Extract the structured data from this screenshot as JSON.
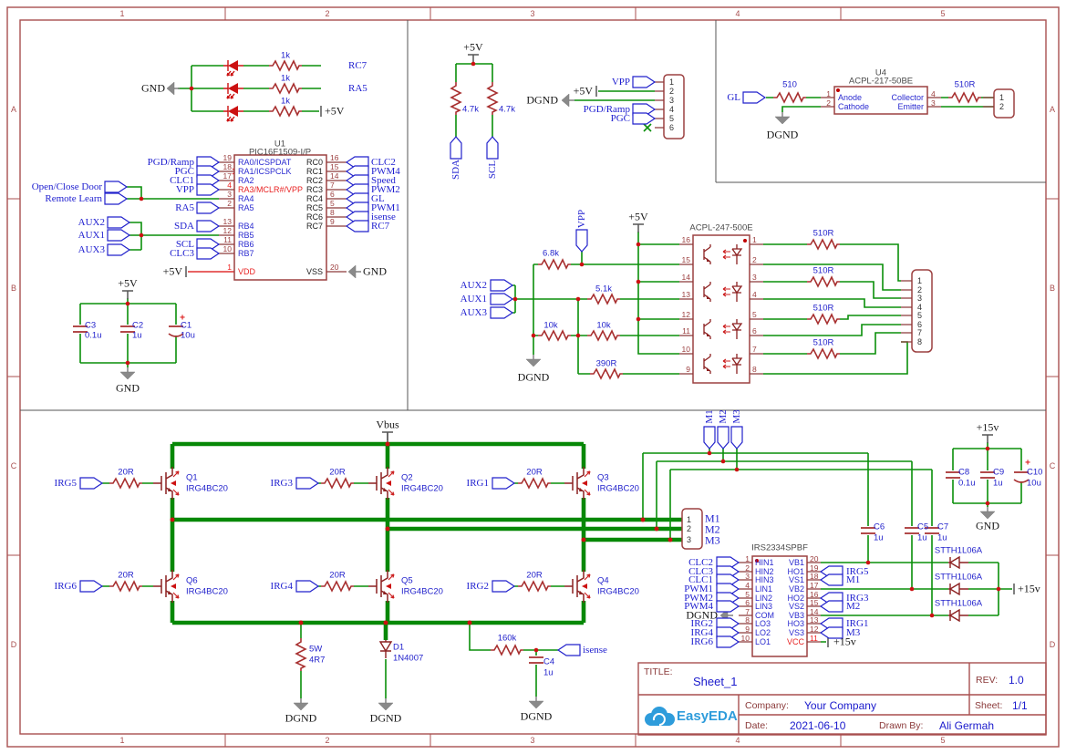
{
  "title_block": {
    "title_label": "TITLE:",
    "title": "Sheet_1",
    "rev_label": "REV:",
    "rev": "1.0",
    "company_label": "Company:",
    "company": "Your Company",
    "sheet_label": "Sheet:",
    "sheet": "1/1",
    "date_label": "Date:",
    "date": "2021-06-10",
    "drawn_label": "Drawn By:",
    "drawn_by": "Ali Germah",
    "logo": "EasyEDA"
  },
  "labels": [
    [
      "1",
      134,
      15,
      "frame",
      "c"
    ],
    [
      "2",
      359,
      15,
      "frame",
      "c"
    ],
    [
      "3",
      584,
      15,
      "frame",
      "c"
    ],
    [
      "4",
      809,
      15,
      "frame",
      "c"
    ],
    [
      "5",
      1034,
      15,
      "frame",
      "c"
    ],
    [
      "1",
      134,
      812,
      "frame",
      "c"
    ],
    [
      "2",
      359,
      812,
      "frame",
      "c"
    ],
    [
      "3",
      584,
      812,
      "frame",
      "c"
    ],
    [
      "4",
      809,
      812,
      "frame",
      "c"
    ],
    [
      "5",
      1034,
      812,
      "frame",
      "c"
    ],
    [
      "A",
      15,
      120,
      "frame",
      "c"
    ],
    [
      "B",
      15,
      316,
      "frame",
      "c"
    ],
    [
      "C",
      15,
      511,
      "frame",
      "c"
    ],
    [
      "D",
      15,
      707,
      "frame",
      "c"
    ],
    [
      "A",
      1154,
      120,
      "frame",
      "c"
    ],
    [
      "B",
      1154,
      316,
      "frame",
      "c"
    ],
    [
      "C",
      1154,
      511,
      "frame",
      "c"
    ],
    [
      "D",
      1154,
      707,
      "frame",
      "c"
    ],
    [
      "GND",
      181,
      97,
      "pwr",
      "r"
    ],
    [
      "1k",
      313,
      61,
      "val",
      "c"
    ],
    [
      "1k",
      313,
      86,
      "val",
      "c"
    ],
    [
      "1k",
      313,
      111,
      "val",
      "c"
    ],
    [
      "RC7",
      382,
      72,
      "net"
    ],
    [
      "RA5",
      382,
      97,
      "net"
    ],
    [
      "+5V",
      356,
      122,
      "pwr"
    ],
    [
      "U1",
      307,
      158,
      "ref",
      "c"
    ],
    [
      "PIC16F1509-I/P",
      307,
      167,
      "ref",
      "c"
    ],
    [
      "19",
      254,
      173,
      "pin",
      "r"
    ],
    [
      "18",
      254,
      183,
      "pin",
      "r"
    ],
    [
      "17",
      254,
      193,
      "pin",
      "r"
    ],
    [
      "4",
      254,
      203,
      "pinr",
      "r"
    ],
    [
      "3",
      254,
      213,
      "pin",
      "r"
    ],
    [
      "2",
      254,
      223,
      "pin",
      "r"
    ],
    [
      "13",
      254,
      243,
      "pin",
      "r"
    ],
    [
      "12",
      254,
      253,
      "pin",
      "r"
    ],
    [
      "11",
      254,
      263,
      "pin",
      "r"
    ],
    [
      "10",
      254,
      273,
      "pin",
      "r"
    ],
    [
      "1",
      254,
      293,
      "pinr",
      "r"
    ],
    [
      "RA0/ICSPDAT",
      261,
      178,
      "pname"
    ],
    [
      "RA1/ICSPCLK",
      261,
      188,
      "pname"
    ],
    [
      "RA2",
      261,
      198,
      "pname"
    ],
    [
      "RA3/MCLR#/VPP",
      261,
      208,
      "pnamer"
    ],
    [
      "RA4",
      261,
      218,
      "pname"
    ],
    [
      "RA5",
      261,
      228,
      "pname"
    ],
    [
      "RB4",
      261,
      248,
      "pname"
    ],
    [
      "RB5",
      261,
      258,
      "pname"
    ],
    [
      "RB6",
      261,
      268,
      "pname"
    ],
    [
      "RB7",
      261,
      278,
      "pname"
    ],
    [
      "VDD",
      261,
      298,
      "pnamer"
    ],
    [
      "RC0",
      354,
      178,
      "pnameb",
      "r"
    ],
    [
      "RC1",
      354,
      188,
      "pnameb",
      "r"
    ],
    [
      "RC2",
      354,
      198,
      "pnameb",
      "r"
    ],
    [
      "RC3",
      354,
      208,
      "pnameb",
      "r"
    ],
    [
      "RC4",
      354,
      218,
      "pnameb",
      "r"
    ],
    [
      "RC5",
      354,
      228,
      "pnameb",
      "r"
    ],
    [
      "RC6",
      354,
      238,
      "pnameb",
      "r"
    ],
    [
      "RC7",
      354,
      248,
      "pnameb",
      "r"
    ],
    [
      "VSS",
      354,
      298,
      "pnameb",
      "r"
    ],
    [
      "16",
      362,
      173,
      "pin"
    ],
    [
      "15",
      362,
      183,
      "pin"
    ],
    [
      "14",
      362,
      193,
      "pin"
    ],
    [
      "7",
      362,
      203,
      "pin"
    ],
    [
      "6",
      362,
      213,
      "pin"
    ],
    [
      "5",
      362,
      223,
      "pin"
    ],
    [
      "8",
      362,
      233,
      "pin"
    ],
    [
      "9",
      362,
      243,
      "pin"
    ],
    [
      "20",
      362,
      293,
      "pin"
    ],
    [
      "CLC2",
      407,
      178,
      "net"
    ],
    [
      "PWM4",
      407,
      188,
      "net"
    ],
    [
      "Speed",
      407,
      198,
      "net"
    ],
    [
      "PWM2",
      407,
      208,
      "net"
    ],
    [
      "GL",
      407,
      218,
      "net"
    ],
    [
      "PWM1",
      407,
      228,
      "net"
    ],
    [
      "isense",
      407,
      238,
      "net"
    ],
    [
      "RC7",
      407,
      248,
      "net"
    ],
    [
      "GND",
      398,
      298,
      "pwr"
    ],
    [
      "PGD/Ramp",
      213,
      178,
      "net",
      "r"
    ],
    [
      "PGC",
      213,
      188,
      "net",
      "r"
    ],
    [
      "CLC1",
      213,
      198,
      "net",
      "r"
    ],
    [
      "VPP",
      213,
      208,
      "net",
      "r"
    ],
    [
      "RA5",
      213,
      228,
      "net",
      "r"
    ],
    [
      "SDA",
      213,
      248,
      "net",
      "r"
    ],
    [
      "SCL",
      213,
      268,
      "net",
      "r"
    ],
    [
      "CLC3",
      213,
      278,
      "net",
      "r"
    ],
    [
      "Open/Close Door",
      112,
      205,
      "net",
      "r"
    ],
    [
      "Remote Learn",
      112,
      218,
      "net",
      "r"
    ],
    [
      "AUX2",
      115,
      244,
      "net",
      "r"
    ],
    [
      "AUX1",
      115,
      258,
      "net",
      "r"
    ],
    [
      "AUX3",
      115,
      274,
      "net",
      "r"
    ],
    [
      "+5V",
      200,
      298,
      "pwr",
      "r"
    ],
    [
      "+5V",
      140,
      311,
      "pwr",
      "c"
    ],
    [
      "C3",
      93,
      357,
      "val"
    ],
    [
      "0.1u",
      93,
      368,
      "val"
    ],
    [
      "C2",
      145,
      357,
      "val"
    ],
    [
      "1u",
      145,
      368,
      "val"
    ],
    [
      "C1",
      198,
      357,
      "val"
    ],
    [
      "10u",
      198,
      368,
      "val"
    ],
    [
      "+",
      200,
      349,
      "plus",
      "c"
    ],
    [
      "GND",
      140,
      426,
      "pwr",
      "c"
    ],
    [
      "+5V",
      519,
      52,
      "pwr",
      "c"
    ],
    [
      "4.7k",
      507,
      120,
      "val"
    ],
    [
      "4.7k",
      547,
      120,
      "val"
    ],
    [
      "SDA",
      500,
      186,
      "net",
      "v"
    ],
    [
      "SCL",
      540,
      186,
      "net",
      "v"
    ],
    [
      "DGND",
      612,
      110,
      "pwr",
      "r"
    ],
    [
      "+5V",
      650,
      100,
      "pwr",
      "r"
    ],
    [
      "VPP",
      691,
      90,
      "net",
      "r"
    ],
    [
      "PGD/Ramp",
      691,
      120,
      "net",
      "r"
    ],
    [
      "PGC",
      691,
      130,
      "net",
      "r"
    ],
    [
      "1",
      734,
      90,
      "connpin"
    ],
    [
      "2",
      734,
      100,
      "connpin"
    ],
    [
      "3",
      734,
      110,
      "connpin"
    ],
    [
      "4",
      734,
      120,
      "connpin"
    ],
    [
      "5",
      734,
      130,
      "connpin"
    ],
    [
      "6",
      734,
      140,
      "connpin"
    ],
    [
      "GL",
      812,
      107,
      "net",
      "r"
    ],
    [
      "510",
      866,
      93,
      "val",
      "c"
    ],
    [
      "U4",
      966,
      80,
      "ref",
      "c"
    ],
    [
      "ACPL-217-50BE",
      966,
      89,
      "ref",
      "c"
    ],
    [
      "1",
      911,
      103,
      "pin",
      "r"
    ],
    [
      "2",
      911,
      113,
      "pin",
      "r"
    ],
    [
      "4",
      1021,
      103,
      "pin"
    ],
    [
      "3",
      1021,
      113,
      "pin"
    ],
    [
      "Anode",
      919,
      107,
      "pname"
    ],
    [
      "Cathode",
      919,
      117,
      "pname"
    ],
    [
      "Collector",
      1013,
      107,
      "pname",
      "r"
    ],
    [
      "Emitter",
      1013,
      117,
      "pname",
      "r"
    ],
    [
      "DGND",
      858,
      148,
      "pwr",
      "c"
    ],
    [
      "510R",
      1058,
      93,
      "val",
      "c"
    ],
    [
      "1",
      1096,
      107,
      "connpin"
    ],
    [
      "2",
      1096,
      117,
      "connpin"
    ],
    [
      "VPP",
      638,
      240,
      "net",
      "v"
    ],
    [
      "+5V",
      700,
      238,
      "pwr",
      "c"
    ],
    [
      "ACPL-247-500E",
      791,
      250,
      "ref",
      "c"
    ],
    [
      "6.8k",
      604,
      278,
      "val",
      "c"
    ],
    [
      "5.1k",
      662,
      317,
      "val",
      "c"
    ],
    [
      "10k",
      604,
      357,
      "val",
      "c"
    ],
    [
      "10k",
      662,
      357,
      "val",
      "c"
    ],
    [
      "390R",
      665,
      399,
      "val",
      "c"
    ],
    [
      "AUX2",
      534,
      313,
      "net",
      "r"
    ],
    [
      "AUX1",
      534,
      328,
      "net",
      "r"
    ],
    [
      "AUX3",
      534,
      343,
      "net",
      "r"
    ],
    [
      "DGND",
      585,
      414,
      "pwr",
      "c"
    ],
    [
      "16",
      757,
      263,
      "pin",
      "r"
    ],
    [
      "15",
      757,
      285,
      "pin",
      "r"
    ],
    [
      "14",
      757,
      304,
      "pin",
      "r"
    ],
    [
      "13",
      757,
      323,
      "pin",
      "r"
    ],
    [
      "12",
      757,
      345,
      "pin",
      "r"
    ],
    [
      "11",
      757,
      363,
      "pin",
      "r"
    ],
    [
      "10",
      757,
      383,
      "pin",
      "r"
    ],
    [
      "9",
      757,
      405,
      "pin",
      "r"
    ],
    [
      "1",
      825,
      263,
      "pin"
    ],
    [
      "2",
      825,
      285,
      "pin"
    ],
    [
      "3",
      825,
      304,
      "pin"
    ],
    [
      "4",
      825,
      323,
      "pin"
    ],
    [
      "5",
      825,
      345,
      "pin"
    ],
    [
      "6",
      825,
      363,
      "pin"
    ],
    [
      "7",
      825,
      383,
      "pin"
    ],
    [
      "8",
      825,
      405,
      "pin"
    ],
    [
      "510R",
      903,
      256,
      "val",
      "c"
    ],
    [
      "510R",
      903,
      297,
      "val",
      "c"
    ],
    [
      "510R",
      903,
      338,
      "val",
      "c"
    ],
    [
      "510R",
      903,
      376,
      "val",
      "c"
    ],
    [
      "1",
      1006,
      308,
      "connpin"
    ],
    [
      "2",
      1006,
      318,
      "connpin"
    ],
    [
      "3",
      1006,
      327,
      "connpin"
    ],
    [
      "4",
      1006,
      337,
      "connpin"
    ],
    [
      "5",
      1006,
      346,
      "connpin"
    ],
    [
      "6",
      1006,
      356,
      "connpin"
    ],
    [
      "7",
      1006,
      365,
      "connpin"
    ],
    [
      "8",
      1006,
      375,
      "connpin"
    ],
    [
      "Vbus",
      425,
      466,
      "pwr",
      "c"
    ],
    [
      "IRG5",
      84,
      530,
      "net",
      "r"
    ],
    [
      "20R",
      138,
      518,
      "val",
      "c"
    ],
    [
      "Q1",
      204,
      524,
      "val"
    ],
    [
      "IRG4BC20",
      204,
      536,
      "val"
    ],
    [
      "IRG3",
      321,
      530,
      "net",
      "r"
    ],
    [
      "20R",
      370,
      518,
      "val",
      "c"
    ],
    [
      "Q2",
      440,
      524,
      "val"
    ],
    [
      "IRG4BC20",
      440,
      536,
      "val"
    ],
    [
      "IRG1",
      536,
      530,
      "net",
      "r"
    ],
    [
      "20R",
      586,
      518,
      "val",
      "c"
    ],
    [
      "Q3",
      655,
      524,
      "val"
    ],
    [
      "IRG4BC20",
      655,
      536,
      "val"
    ],
    [
      "IRG6",
      84,
      643,
      "net",
      "r"
    ],
    [
      "20R",
      138,
      631,
      "val",
      "c"
    ],
    [
      "Q6",
      204,
      637,
      "val"
    ],
    [
      "IRG4BC20",
      204,
      649,
      "val"
    ],
    [
      "IRG4",
      321,
      643,
      "net",
      "r"
    ],
    [
      "20R",
      370,
      631,
      "val",
      "c"
    ],
    [
      "Q5",
      440,
      637,
      "val"
    ],
    [
      "IRG4BC20",
      440,
      649,
      "val"
    ],
    [
      "IRG2",
      536,
      643,
      "net",
      "r"
    ],
    [
      "20R",
      586,
      631,
      "val",
      "c"
    ],
    [
      "Q4",
      655,
      637,
      "val"
    ],
    [
      "IRG4BC20",
      655,
      649,
      "val"
    ],
    [
      "M1",
      778,
      457,
      "net",
      "v"
    ],
    [
      "M2",
      793,
      457,
      "net",
      "v"
    ],
    [
      "M3",
      808,
      457,
      "net",
      "v"
    ],
    [
      "1",
      753,
      570,
      "connpin"
    ],
    [
      "2",
      753,
      580,
      "connpin"
    ],
    [
      "3",
      753,
      592,
      "connpin"
    ],
    [
      "M1",
      773,
      569,
      "mlabel"
    ],
    [
      "M2",
      773,
      581,
      "mlabel"
    ],
    [
      "M3",
      773,
      593,
      "mlabel"
    ],
    [
      "5W",
      339,
      712,
      "val"
    ],
    [
      "4R7",
      339,
      724,
      "val"
    ],
    [
      "DGND",
      330,
      788,
      "pwr",
      "c"
    ],
    [
      "D1",
      431,
      710,
      "val"
    ],
    [
      "1N4007",
      431,
      722,
      "val"
    ],
    [
      "DGND",
      423,
      788,
      "pwr",
      "c"
    ],
    [
      "160k",
      556,
      700,
      "val",
      "c"
    ],
    [
      "isense",
      639,
      713,
      "net"
    ],
    [
      "C4",
      596,
      726,
      "val"
    ],
    [
      "1u",
      596,
      738,
      "val"
    ],
    [
      "DGND",
      588,
      786,
      "pwr",
      "c"
    ],
    [
      "IRS2334SPBF",
      855,
      601,
      "ref",
      "c"
    ],
    [
      "1",
      822,
      613,
      "pin",
      "r"
    ],
    [
      "2",
      822,
      623,
      "pin",
      "r"
    ],
    [
      "3",
      822,
      632,
      "pin",
      "r"
    ],
    [
      "4",
      822,
      642,
      "pin",
      "r"
    ],
    [
      "5",
      822,
      652,
      "pin",
      "r"
    ],
    [
      "6",
      822,
      661,
      "pin",
      "r"
    ],
    [
      "7",
      822,
      671,
      "pin",
      "r"
    ],
    [
      "8",
      822,
      680,
      "pin",
      "r"
    ],
    [
      "9",
      822,
      690,
      "pin",
      "r"
    ],
    [
      "10",
      822,
      700,
      "pin",
      "r"
    ],
    [
      "HIN1",
      828,
      617,
      "pname"
    ],
    [
      "HIN2",
      828,
      627,
      "pname"
    ],
    [
      "HIN3",
      828,
      636,
      "pname"
    ],
    [
      "LIN1",
      828,
      646,
      "pname"
    ],
    [
      "LIN2",
      828,
      656,
      "pname"
    ],
    [
      "LIN3",
      828,
      665,
      "pname"
    ],
    [
      "COM",
      828,
      675,
      "pname"
    ],
    [
      "LO3",
      828,
      684,
      "pname"
    ],
    [
      "LO2",
      828,
      694,
      "pname"
    ],
    [
      "LO1",
      828,
      704,
      "pname"
    ],
    [
      "VB1",
      882,
      617,
      "pname",
      "r"
    ],
    [
      "HO1",
      882,
      627,
      "pname",
      "r"
    ],
    [
      "VS1",
      882,
      636,
      "pname",
      "r"
    ],
    [
      "VB2",
      882,
      646,
      "pname",
      "r"
    ],
    [
      "HO2",
      882,
      656,
      "pname",
      "r"
    ],
    [
      "VS2",
      882,
      665,
      "pname",
      "r"
    ],
    [
      "VB3",
      882,
      675,
      "pname",
      "r"
    ],
    [
      "HO3",
      882,
      684,
      "pname",
      "r"
    ],
    [
      "VS3",
      882,
      694,
      "pname",
      "r"
    ],
    [
      "VCC",
      882,
      704,
      "pnamer",
      "r"
    ],
    [
      "20",
      888,
      613,
      "pin"
    ],
    [
      "19",
      888,
      623,
      "pin"
    ],
    [
      "18",
      888,
      632,
      "pin"
    ],
    [
      "17",
      888,
      642,
      "pin"
    ],
    [
      "16",
      888,
      652,
      "pin"
    ],
    [
      "15",
      888,
      661,
      "pin"
    ],
    [
      "14",
      888,
      671,
      "pin"
    ],
    [
      "13",
      888,
      680,
      "pin"
    ],
    [
      "12",
      888,
      690,
      "pin"
    ],
    [
      "11",
      888,
      700,
      "pinr"
    ],
    [
      "CLC2",
      782,
      617,
      "net",
      "r"
    ],
    [
      "CLC3",
      782,
      627,
      "net",
      "r"
    ],
    [
      "CLC1",
      782,
      636,
      "net",
      "r"
    ],
    [
      "PWM1",
      782,
      646,
      "net",
      "r"
    ],
    [
      "PWM2",
      782,
      656,
      "net",
      "r"
    ],
    [
      "PWM4",
      782,
      665,
      "net",
      "r"
    ],
    [
      "DGND",
      787,
      675,
      "pwr",
      "r"
    ],
    [
      "IRG2",
      782,
      684,
      "net",
      "r"
    ],
    [
      "IRG4",
      782,
      694,
      "net",
      "r"
    ],
    [
      "IRG6",
      782,
      704,
      "net",
      "r"
    ],
    [
      "IRG5",
      928,
      627,
      "net"
    ],
    [
      "M1",
      928,
      636,
      "net"
    ],
    [
      "IRG3",
      928,
      656,
      "net"
    ],
    [
      "M2",
      928,
      665,
      "net"
    ],
    [
      "IRG1",
      928,
      684,
      "net"
    ],
    [
      "M3",
      928,
      694,
      "net"
    ],
    [
      "+15v",
      914,
      704,
      "pwr"
    ],
    [
      "STTH1L06A",
      1051,
      604,
      "val",
      "c"
    ],
    [
      "STTH1L06A",
      1051,
      633,
      "val",
      "c"
    ],
    [
      "STTH1L06A",
      1051,
      662,
      "val",
      "c"
    ],
    [
      "+15v",
      1116,
      646,
      "pwr"
    ],
    [
      "C6",
      958,
      578,
      "val"
    ],
    [
      "1u",
      958,
      590,
      "val"
    ],
    [
      "C5",
      1006,
      578,
      "val"
    ],
    [
      "1u",
      1006,
      590,
      "val"
    ],
    [
      "C7",
      1028,
      578,
      "val"
    ],
    [
      "1u",
      1028,
      590,
      "val"
    ],
    [
      "+15v",
      1083,
      469,
      "pwr",
      "c"
    ],
    [
      "C8",
      1051,
      518,
      "val"
    ],
    [
      "0.1u",
      1051,
      530,
      "val"
    ],
    [
      "C9",
      1089,
      518,
      "val"
    ],
    [
      "1u",
      1089,
      530,
      "val"
    ],
    [
      "C10",
      1126,
      518,
      "val"
    ],
    [
      "10u",
      1126,
      530,
      "val"
    ],
    [
      "+",
      1127,
      508,
      "plus",
      "c"
    ],
    [
      "GND",
      1083,
      577,
      "pwr",
      "c"
    ]
  ]
}
